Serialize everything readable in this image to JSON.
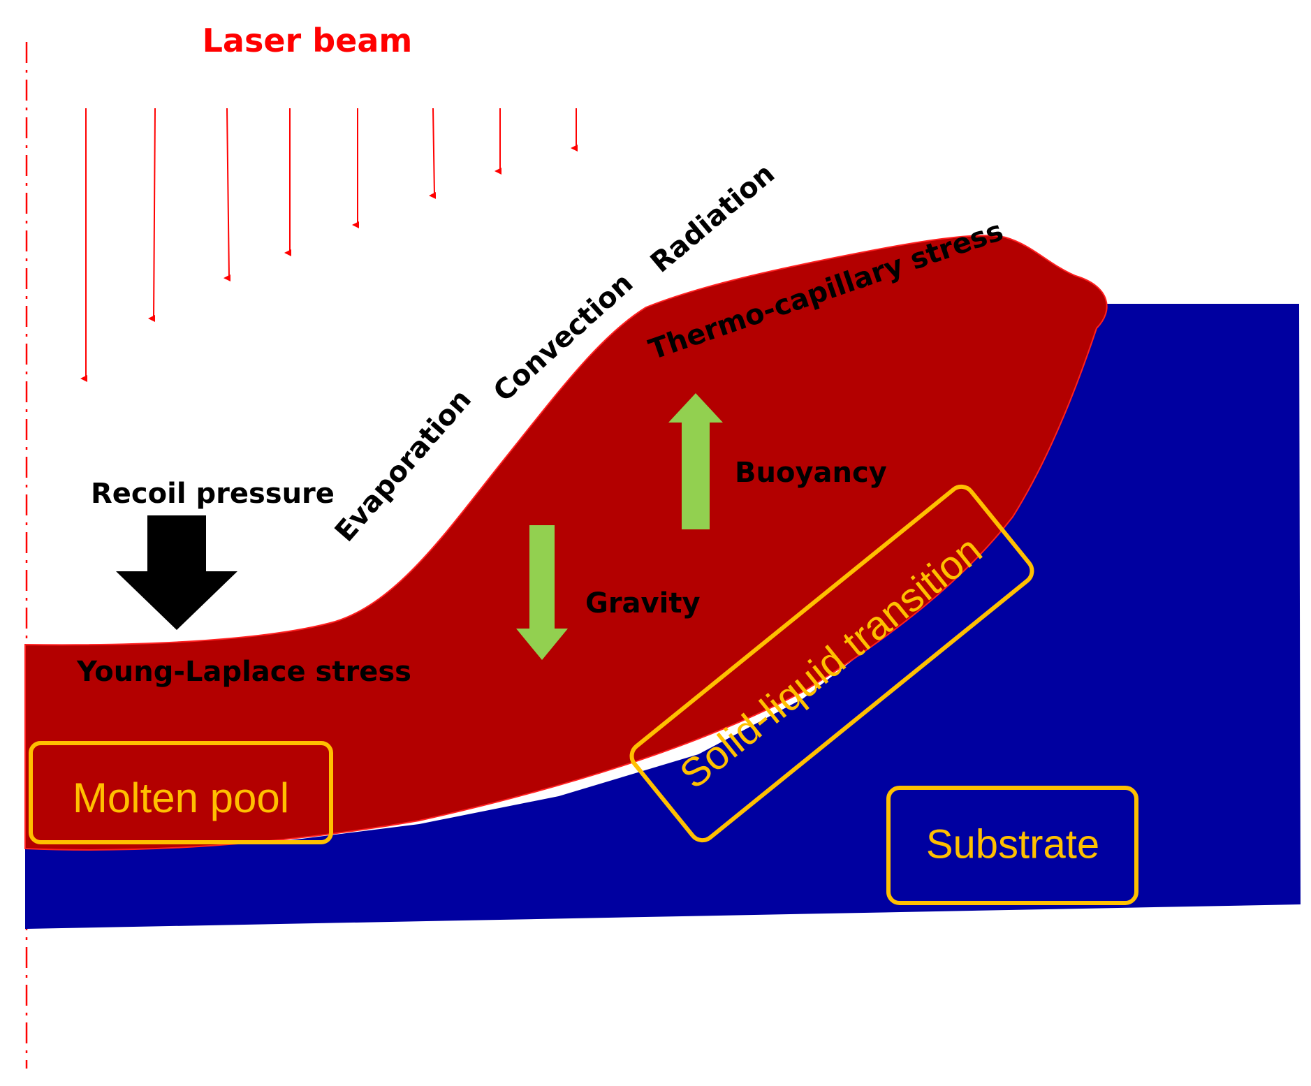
{
  "labels": {
    "laser_beam": "Laser beam",
    "evaporation": "Evaporation",
    "convection": "Convection",
    "radiation": "Radiation",
    "thermo_capillary": "Thermo-capillary stress",
    "recoil_pressure": "Recoil pressure",
    "young_laplace": "Young-Laplace stress",
    "buoyancy": "Buoyancy",
    "gravity": "Gravity",
    "molten_pool": "Molten pool",
    "solid_liquid": "Solid-liquid transition",
    "substrate": "Substrate"
  },
  "colors": {
    "laser": "#ff0000",
    "molten_pool": "#b30000",
    "substrate": "#0000a0",
    "force_arrow": "#92d050",
    "recoil_arrow": "#000000",
    "box_outline": "#ffc000",
    "box_text": "#ffc000"
  },
  "laser_arrows_count": 8
}
